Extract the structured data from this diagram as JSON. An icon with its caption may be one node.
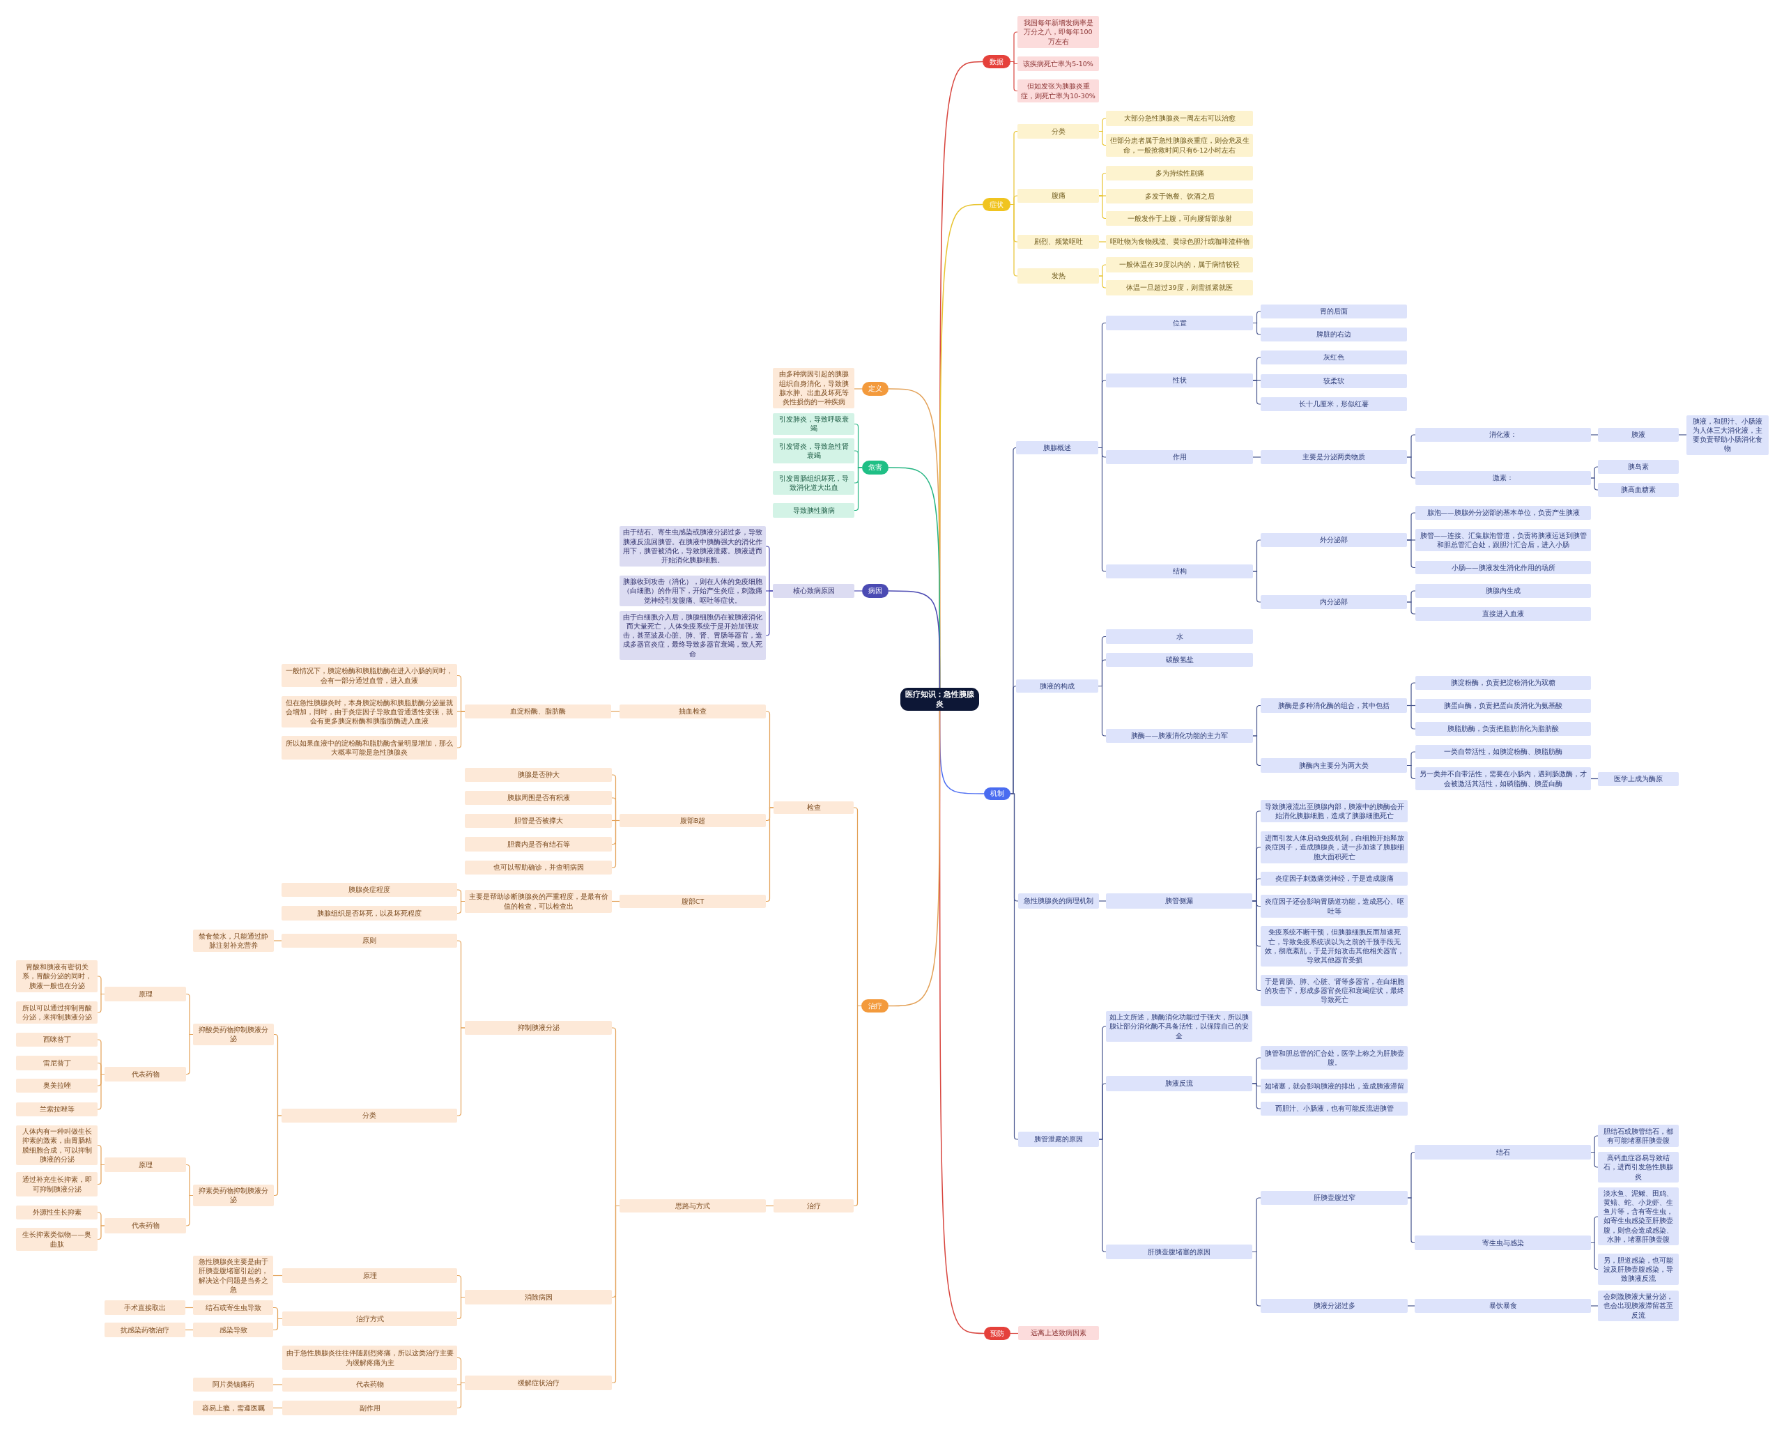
{
  "diagram": {
    "nodes": [
      {
        "text": [
          "医疗知识：急性胰腺炎"
        ]
      },
      {
        "text": [
          "数据"
        ]
      },
      {
        "text": [
          "我国每年新增发病率是万分之八，即每年100万左右"
        ]
      },
      {
        "text": [
          "该疾病死亡率为5-10%"
        ]
      },
      {
        "text": [
          "但如发张为胰腺炎重症，则死亡率为10-30%"
        ]
      },
      {
        "text": [
          "症状"
        ]
      },
      {
        "text": [
          "分类"
        ]
      },
      {
        "text": [
          "大部分急性胰腺炎一周左右可以治愈"
        ]
      },
      {
        "text": [
          "但部分患者属于急性胰腺炎重症，则会危及生命，一般抢救时间只有6-12小时左右"
        ]
      },
      {
        "text": [
          "腹痛"
        ]
      },
      {
        "text": [
          "多为持续性剧痛"
        ]
      },
      {
        "text": [
          "多发于饱餐、饮酒之后"
        ]
      },
      {
        "text": [
          "一般发作于上腹，可向腰背部放射"
        ]
      },
      {
        "text": [
          "剧烈、频繁呕吐"
        ]
      },
      {
        "text": [
          "呕吐物为食物残渣、黄绿色胆汁或咖啡渣样物"
        ]
      },
      {
        "text": [
          "发热"
        ]
      },
      {
        "text": [
          "一般体温在39度以内的，属于病情较轻"
        ]
      },
      {
        "text": [
          "体温一旦超过39度，则需抓紧就医"
        ]
      },
      {
        "text": [
          "机制"
        ]
      },
      {
        "text": [
          "胰腺概述"
        ]
      },
      {
        "text": [
          "位置"
        ]
      },
      {
        "text": [
          "胃的后面"
        ]
      },
      {
        "text": [
          "脾脏的右边"
        ]
      },
      {
        "text": [
          "性状"
        ]
      },
      {
        "text": [
          "灰红色"
        ]
      },
      {
        "text": [
          "较柔软"
        ]
      },
      {
        "text": [
          "长十几厘米，形似红薯"
        ]
      },
      {
        "text": [
          "作用"
        ]
      },
      {
        "text": [
          "主要是分泌两类物质"
        ]
      },
      {
        "text": [
          "消化液："
        ]
      },
      {
        "text": [
          "胰液"
        ]
      },
      {
        "text": [
          "胰液，和胆汁、小肠液为人体三大消化液，主要负责帮助小肠消化食物"
        ]
      },
      {
        "text": [
          "激素："
        ]
      },
      {
        "text": [
          "胰岛素"
        ]
      },
      {
        "text": [
          "胰高血糖素"
        ]
      },
      {
        "text": [
          "结构"
        ]
      },
      {
        "text": [
          "外分泌部"
        ]
      },
      {
        "text": [
          "腺泡——胰腺外分泌部的基本单位，负责产生胰液"
        ]
      },
      {
        "text": [
          "胰管——连接、汇集腺泡管道，负责将胰液运送到胰管和胆总管汇合处，跟胆汁汇合后，进入小肠"
        ]
      },
      {
        "text": [
          "小肠——胰液发生消化作用的场所"
        ]
      },
      {
        "text": [
          "内分泌部"
        ]
      },
      {
        "text": [
          "胰腺内生成"
        ]
      },
      {
        "text": [
          "直接进入血液"
        ]
      },
      {
        "text": [
          "胰液的构成"
        ]
      },
      {
        "text": [
          "水"
        ]
      },
      {
        "text": [
          "碳酸氢盐"
        ]
      },
      {
        "text": [
          "胰酶——胰液消化功能的主力军"
        ]
      },
      {
        "text": [
          "胰酶是多种消化酶的组合，其中包括"
        ]
      },
      {
        "text": [
          "胰淀粉酶，负责把淀粉消化为双糖"
        ]
      },
      {
        "text": [
          "胰蛋白酶，负责把蛋白质消化为氨基酸"
        ]
      },
      {
        "text": [
          "胰脂肪酶，负责把脂肪消化为脂肪酸"
        ]
      },
      {
        "text": [
          "胰酶内主要分为两大类"
        ]
      },
      {
        "text": [
          "一类自带活性，如胰淀粉酶、胰脂肪酶"
        ]
      },
      {
        "text": [
          "另一类并不自带活性，需要在小肠内，遇到肠激酶，才会被激活其活性，如磷脂酶、胰蛋白酶"
        ]
      },
      {
        "text": [
          "医学上成为酶原"
        ]
      },
      {
        "text": [
          "急性胰腺炎的病理机制"
        ]
      },
      {
        "text": [
          "胰管侧漏"
        ]
      },
      {
        "text": [
          "导致胰液流出至胰腺内部，胰液中的胰酶会开始消化胰腺细胞，造成了胰腺细胞死亡"
        ]
      },
      {
        "text": [
          "进而引发人体启动免疫机制，白细胞开始释放炎症因子，造成胰腺炎，进一步加速了胰腺细胞大面积死亡"
        ]
      },
      {
        "text": [
          "炎症因子刺激痛觉神经，于是造成腹痛"
        ]
      },
      {
        "text": [
          "炎症因子还会影响胃肠道功能，造成恶心、呕吐等"
        ]
      },
      {
        "text": [
          "免疫系统不断干预，但胰腺细胞反而加速死亡，导致免疫系统误以为之前的干预手段无效，彻底紊乱，于是开始攻击其他相关器官，导致其他器官受损"
        ]
      },
      {
        "text": [
          "于是胃肠、肺、心脏、肾等多器官，在白细胞的攻击下，形成多器官炎症和衰竭症状，最终导致死亡"
        ]
      },
      {
        "text": [
          "胰管泄露的原因"
        ]
      },
      {
        "text": [
          "如上文所述，胰酶消化功能过于强大，所以胰腺让部分消化酶不具备活性，以保障自己的安全"
        ]
      },
      {
        "text": [
          "胰液反流"
        ]
      },
      {
        "text": [
          "胰管和胆总管的汇合处，医学上称之为肝胰壶腹。"
        ]
      },
      {
        "text": [
          "如堵塞，就会影响胰液的排出，造成胰液滞留"
        ]
      },
      {
        "text": [
          "而胆汁、小肠液，也有可能反流进胰管"
        ]
      },
      {
        "text": [
          "肝胰壶腹堵塞的原因"
        ]
      },
      {
        "text": [
          "肝胰壶腹过窄"
        ]
      },
      {
        "text": [
          "结石"
        ]
      },
      {
        "text": [
          "胆结石或胰管结石，都有可能堵塞肝胰壶腹"
        ]
      },
      {
        "text": [
          "高钙血症容易导致结石，进而引发急性胰腺炎"
        ]
      },
      {
        "text": [
          "寄生虫与感染"
        ]
      },
      {
        "text": [
          "淡水鱼、泥鳅、田鸡、黄鳝、蛇、小龙虾、生鱼片等，含有寄生虫，如寄生虫感染至肝胰壶腹，则也会造成感染、水肿，堵塞肝胰壶腹"
        ]
      },
      {
        "text": [
          "另，胆道感染，也可能波及肝胰壶腹感染，导致胰液反流"
        ]
      },
      {
        "text": [
          "胰液分泌过多"
        ]
      },
      {
        "text": [
          "暴饮暴食"
        ]
      },
      {
        "text": [
          "会刺激胰液大量分泌，也会出现胰液滞留甚至反流"
        ]
      },
      {
        "text": [
          "预防"
        ]
      },
      {
        "text": [
          "远离上述致病因素"
        ]
      },
      {
        "text": [
          "定义"
        ]
      },
      {
        "text": [
          "由多种病因引起的胰腺组织自身消化，导致胰腺水肿、出血及坏死等炎性损伤的一种疾病"
        ]
      },
      {
        "text": [
          "危害"
        ]
      },
      {
        "text": [
          "引发肺炎，导致呼吸衰竭"
        ]
      },
      {
        "text": [
          "引发肾炎，导致急性肾衰竭"
        ]
      },
      {
        "text": [
          "引发胃肠组织坏死，导致消化道大出血"
        ]
      },
      {
        "text": [
          "导致胰性脑病"
        ]
      },
      {
        "text": [
          "病因"
        ]
      },
      {
        "text": [
          "核心致病原因"
        ]
      },
      {
        "text": [
          "由于结石、寄生虫感染或胰液分泌过多，导致胰液反流回胰管。在胰液中胰酶强大的消化作用下，胰管被消化，导致胰液泄露。胰液进而开始消化胰腺细胞。"
        ]
      },
      {
        "text": [
          "胰腺收到攻击（消化），则在人体的免疫细胞（白细胞）的作用下，开始产生炎症，刺激痛觉神经引发腹痛、呕吐等症状。"
        ]
      },
      {
        "text": [
          "由于白细胞介入后，胰腺细胞仍在被胰液消化而大量死亡，人体免疫系统于是开始加强攻击，甚至波及心脏、肺、肾、胃肠等器官，造成多器官炎症，最终导致多器官衰竭，致人死命"
        ]
      },
      {
        "text": [
          "治疗"
        ]
      },
      {
        "text": [
          "检查"
        ]
      },
      {
        "text": [
          "抽血检查"
        ]
      },
      {
        "text": [
          "血淀粉酶、脂肪酶"
        ]
      },
      {
        "text": [
          "一般情况下，胰淀粉酶和胰脂肪酶在进入小肠的同时，会有一部分通过血管，进入血液"
        ]
      },
      {
        "text": [
          "但在急性胰腺炎时，本身胰淀粉酶和胰脂肪酶分泌量就会增加，同时，由于炎症因子导致血管通透性变强，就会有更多胰淀粉酶和胰脂肪酶进入血液"
        ]
      },
      {
        "text": [
          "所以如果血液中的淀粉酶和脂肪酶含量明显增加，那么大概率可能是急性胰腺炎"
        ]
      },
      {
        "text": [
          "腹部B超"
        ]
      },
      {
        "text": [
          "胰腺是否肿大"
        ]
      },
      {
        "text": [
          "胰腺周围是否有积液"
        ]
      },
      {
        "text": [
          "胆管是否被撑大"
        ]
      },
      {
        "text": [
          "胆囊内是否有结石等"
        ]
      },
      {
        "text": [
          "也可以帮助确诊，并查明病因"
        ]
      },
      {
        "text": [
          "腹部CT"
        ]
      },
      {
        "text": [
          "主要是帮助诊断胰腺炎的严重程度，是最有价值的检查，可以检查出"
        ]
      },
      {
        "text": [
          "胰腺炎症程度"
        ]
      },
      {
        "text": [
          "胰腺组织是否坏死，以及坏死程度"
        ]
      },
      {
        "text": [
          "治疗"
        ]
      },
      {
        "text": [
          "思路与方式"
        ]
      },
      {
        "text": [
          "抑制胰液分泌"
        ]
      },
      {
        "text": [
          "原则"
        ]
      },
      {
        "text": [
          "禁食禁水，只能通过静脉注射补充营养"
        ]
      },
      {
        "text": [
          "分类"
        ]
      },
      {
        "text": [
          "抑酸类药物抑制胰液分泌"
        ]
      },
      {
        "text": [
          "原理"
        ]
      },
      {
        "text": [
          "胃酸和胰液有密切关系，胃酸分泌的同时，胰液一般也在分泌"
        ]
      },
      {
        "text": [
          "所以可以通过抑制胃酸分泌，来抑制胰液分泌"
        ]
      },
      {
        "text": [
          "代表药物"
        ]
      },
      {
        "text": [
          "西咪替丁"
        ]
      },
      {
        "text": [
          "雷尼替丁"
        ]
      },
      {
        "text": [
          "奥美拉唑"
        ]
      },
      {
        "text": [
          "兰索拉唑等"
        ]
      },
      {
        "text": [
          "抑素类药物抑制胰液分泌"
        ]
      },
      {
        "text": [
          "原理"
        ]
      },
      {
        "text": [
          "人体内有一种叫做生长抑素的激素，由胃肠粘膜细胞合成，可以抑制胰液的分泌"
        ]
      },
      {
        "text": [
          "通过补充生长抑素，即可抑制胰液分泌"
        ]
      },
      {
        "text": [
          "代表药物"
        ]
      },
      {
        "text": [
          "外源性生长抑素"
        ]
      },
      {
        "text": [
          "生长抑素类似物——奥曲肽"
        ]
      },
      {
        "text": [
          "消除病因"
        ]
      },
      {
        "text": [
          "原理"
        ]
      },
      {
        "text": [
          "急性胰腺炎主要是由于肝胰壶腹堵塞引起的，解决这个问题是当务之急"
        ]
      },
      {
        "text": [
          "治疗方式"
        ]
      },
      {
        "text": [
          "结石或寄生虫导致"
        ]
      },
      {
        "text": [
          "手术直接取出"
        ]
      },
      {
        "text": [
          "感染导致"
        ]
      },
      {
        "text": [
          "抗感染药物治疗"
        ]
      },
      {
        "text": [
          "缓解症状治疗"
        ]
      },
      {
        "text": [
          "由于急性胰腺炎往往伴随剧烈疼痛，所以这类治疗主要为缓解疼痛为主"
        ]
      },
      {
        "text": [
          "代表药物"
        ]
      },
      {
        "text": [
          "阿片类镇痛药"
        ]
      },
      {
        "text": [
          "副作用"
        ]
      },
      {
        "text": [
          "容易上瘾，需遵医嘱"
        ]
      }
    ],
    "edges": [
      {
        "from": 0,
        "to": 1,
        "arrow": "none",
        "color": "#d8453e"
      },
      {
        "from": 1,
        "to": 2,
        "arrow": "none",
        "color": "#d8453e"
      },
      {
        "from": 1,
        "to": 3,
        "arrow": "none",
        "color": "#d8453e"
      },
      {
        "from": 1,
        "to": 4,
        "arrow": "none",
        "color": "#d8453e"
      },
      {
        "from": 0,
        "to": 5,
        "arrow": "none",
        "color": "#e8c430"
      },
      {
        "from": 5,
        "to": 6,
        "arrow": "none",
        "color": "#e8c430"
      },
      {
        "from": 6,
        "to": 7,
        "arrow": "none",
        "color": "#e8c430"
      },
      {
        "from": 6,
        "to": 8,
        "arrow": "none",
        "color": "#e8c430"
      },
      {
        "from": 5,
        "to": 9,
        "arrow": "none",
        "color": "#e8c430"
      },
      {
        "from": 9,
        "to": 10,
        "arrow": "none",
        "color": "#e8c430"
      },
      {
        "from": 9,
        "to": 11,
        "arrow": "none",
        "color": "#e8c430"
      },
      {
        "from": 9,
        "to": 12,
        "arrow": "none",
        "color": "#e8c430"
      },
      {
        "from": 5,
        "to": 13,
        "arrow": "none",
        "color": "#e8c430"
      },
      {
        "from": 13,
        "to": 14,
        "arrow": "none",
        "color": "#e8c430"
      },
      {
        "from": 5,
        "to": 15,
        "arrow": "none",
        "color": "#e8c430"
      },
      {
        "from": 15,
        "to": 16,
        "arrow": "none",
        "color": "#e8c430"
      },
      {
        "from": 15,
        "to": 17,
        "arrow": "none",
        "color": "#e8c430"
      },
      {
        "from": 0,
        "to": 18,
        "arrow": "none",
        "color": "#4e6ef2"
      },
      {
        "from": 18,
        "to": 19,
        "arrow": "none"
      },
      {
        "from": 19,
        "to": 20,
        "arrow": "none"
      },
      {
        "from": 20,
        "to": 21,
        "arrow": "none"
      },
      {
        "from": 20,
        "to": 22,
        "arrow": "none"
      },
      {
        "from": 19,
        "to": 23,
        "arrow": "none"
      },
      {
        "from": 23,
        "to": 24,
        "arrow": "none"
      },
      {
        "from": 23,
        "to": 25,
        "arrow": "none"
      },
      {
        "from": 23,
        "to": 26,
        "arrow": "none"
      },
      {
        "from": 19,
        "to": 27,
        "arrow": "none"
      },
      {
        "from": 27,
        "to": 28,
        "arrow": "none"
      },
      {
        "from": 28,
        "to": 29,
        "arrow": "none"
      },
      {
        "from": 29,
        "to": 30,
        "arrow": "none"
      },
      {
        "from": 30,
        "to": 31,
        "arrow": "none"
      },
      {
        "from": 28,
        "to": 32,
        "arrow": "none"
      },
      {
        "from": 32,
        "to": 33,
        "arrow": "none"
      },
      {
        "from": 32,
        "to": 34,
        "arrow": "none"
      },
      {
        "from": 19,
        "to": 35,
        "arrow": "none"
      },
      {
        "from": 35,
        "to": 36,
        "arrow": "none"
      },
      {
        "from": 36,
        "to": 37,
        "arrow": "none"
      },
      {
        "from": 36,
        "to": 38,
        "arrow": "none"
      },
      {
        "from": 36,
        "to": 39,
        "arrow": "none"
      },
      {
        "from": 35,
        "to": 40,
        "arrow": "none"
      },
      {
        "from": 40,
        "to": 41,
        "arrow": "none"
      },
      {
        "from": 40,
        "to": 42,
        "arrow": "none"
      },
      {
        "from": 18,
        "to": 43,
        "arrow": "none"
      },
      {
        "from": 43,
        "to": 44,
        "arrow": "none"
      },
      {
        "from": 43,
        "to": 45,
        "arrow": "none"
      },
      {
        "from": 43,
        "to": 46,
        "arrow": "none"
      },
      {
        "from": 46,
        "to": 47,
        "arrow": "none"
      },
      {
        "from": 47,
        "to": 48,
        "arrow": "none"
      },
      {
        "from": 47,
        "to": 49,
        "arrow": "none"
      },
      {
        "from": 47,
        "to": 50,
        "arrow": "none"
      },
      {
        "from": 46,
        "to": 51,
        "arrow": "none"
      },
      {
        "from": 51,
        "to": 52,
        "arrow": "none"
      },
      {
        "from": 51,
        "to": 53,
        "arrow": "none"
      },
      {
        "from": 53,
        "to": 54,
        "arrow": "none"
      },
      {
        "from": 18,
        "to": 55,
        "arrow": "none"
      },
      {
        "from": 55,
        "to": 56,
        "arrow": "none"
      },
      {
        "from": 56,
        "to": 57,
        "arrow": "none"
      },
      {
        "from": 56,
        "to": 58,
        "arrow": "none"
      },
      {
        "from": 56,
        "to": 59,
        "arrow": "none"
      },
      {
        "from": 56,
        "to": 60,
        "arrow": "none"
      },
      {
        "from": 56,
        "to": 61,
        "arrow": "none"
      },
      {
        "from": 56,
        "to": 62,
        "arrow": "none"
      },
      {
        "from": 18,
        "to": 63,
        "arrow": "none"
      },
      {
        "from": 63,
        "to": 64,
        "arrow": "none"
      },
      {
        "from": 63,
        "to": 65,
        "arrow": "none"
      },
      {
        "from": 65,
        "to": 66,
        "arrow": "none"
      },
      {
        "from": 65,
        "to": 67,
        "arrow": "none"
      },
      {
        "from": 65,
        "to": 68,
        "arrow": "none"
      },
      {
        "from": 63,
        "to": 69,
        "arrow": "none"
      },
      {
        "from": 69,
        "to": 70,
        "arrow": "none"
      },
      {
        "from": 70,
        "to": 71,
        "arrow": "none"
      },
      {
        "from": 71,
        "to": 72,
        "arrow": "none"
      },
      {
        "from": 71,
        "to": 73,
        "arrow": "none"
      },
      {
        "from": 70,
        "to": 74,
        "arrow": "none"
      },
      {
        "from": 74,
        "to": 75,
        "arrow": "none"
      },
      {
        "from": 74,
        "to": 76,
        "arrow": "none"
      },
      {
        "from": 69,
        "to": 77,
        "arrow": "none"
      },
      {
        "from": 77,
        "to": 78,
        "arrow": "none"
      },
      {
        "from": 78,
        "to": 79,
        "arrow": "none"
      },
      {
        "from": 0,
        "to": 80,
        "arrow": "none",
        "color": "#d8453e"
      },
      {
        "from": 80,
        "to": 81,
        "arrow": "none",
        "color": "#d8453e"
      },
      {
        "from": 0,
        "to": 82,
        "arrow": "none",
        "color": "#e3a157"
      },
      {
        "from": 82,
        "to": 83,
        "arrow": "none",
        "color": "#e3a157"
      },
      {
        "from": 0,
        "to": 84,
        "arrow": "none",
        "color": "#25b582"
      },
      {
        "from": 84,
        "to": 85,
        "arrow": "none",
        "color": "#25b582"
      },
      {
        "from": 84,
        "to": 86,
        "arrow": "none",
        "color": "#25b582"
      },
      {
        "from": 84,
        "to": 87,
        "arrow": "none",
        "color": "#25b582"
      },
      {
        "from": 84,
        "to": 88,
        "arrow": "none",
        "color": "#25b582"
      },
      {
        "from": 0,
        "to": 89,
        "arrow": "none",
        "color": "#4b49b2"
      },
      {
        "from": 89,
        "to": 90,
        "arrow": "none",
        "color": "#4b49b2"
      },
      {
        "from": 90,
        "to": 91,
        "arrow": "none",
        "color": "#4b49b2"
      },
      {
        "from": 90,
        "to": 92,
        "arrow": "none",
        "color": "#4b49b2"
      },
      {
        "from": 90,
        "to": 93,
        "arrow": "none",
        "color": "#4b49b2"
      },
      {
        "from": 0,
        "to": 94,
        "arrow": "none",
        "color": "#e3a157"
      },
      {
        "from": 94,
        "to": 95,
        "arrow": "none",
        "color": "#e3a157"
      },
      {
        "from": 95,
        "to": 96,
        "arrow": "none",
        "color": "#e3a157"
      },
      {
        "from": 96,
        "to": 97,
        "arrow": "none",
        "color": "#e3a157"
      },
      {
        "from": 97,
        "to": 98,
        "arrow": "none",
        "color": "#e3a157"
      },
      {
        "from": 97,
        "to": 99,
        "arrow": "none",
        "color": "#e3a157"
      },
      {
        "from": 97,
        "to": 100,
        "arrow": "none",
        "color": "#e3a157"
      },
      {
        "from": 95,
        "to": 101,
        "arrow": "none",
        "color": "#e3a157"
      },
      {
        "from": 101,
        "to": 102,
        "arrow": "none",
        "color": "#e3a157"
      },
      {
        "from": 101,
        "to": 103,
        "arrow": "none",
        "color": "#e3a157"
      },
      {
        "from": 101,
        "to": 104,
        "arrow": "none",
        "color": "#e3a157"
      },
      {
        "from": 101,
        "to": 105,
        "arrow": "none",
        "color": "#e3a157"
      },
      {
        "from": 101,
        "to": 106,
        "arrow": "none",
        "color": "#e3a157"
      },
      {
        "from": 95,
        "to": 107,
        "arrow": "none",
        "color": "#e3a157"
      },
      {
        "from": 107,
        "to": 108,
        "arrow": "none",
        "color": "#e3a157"
      },
      {
        "from": 108,
        "to": 109,
        "arrow": "none",
        "color": "#e3a157"
      },
      {
        "from": 108,
        "to": 110,
        "arrow": "none",
        "color": "#e3a157"
      },
      {
        "from": 94,
        "to": 111,
        "arrow": "none",
        "color": "#e3a157"
      },
      {
        "from": 111,
        "to": 112,
        "arrow": "none",
        "color": "#e3a157"
      },
      {
        "from": 112,
        "to": 113,
        "arrow": "none",
        "color": "#e3a157"
      },
      {
        "from": 113,
        "to": 114,
        "arrow": "none",
        "color": "#e3a157"
      },
      {
        "from": 114,
        "to": 115,
        "arrow": "none",
        "color": "#e3a157"
      },
      {
        "from": 113,
        "to": 116,
        "arrow": "none",
        "color": "#e3a157"
      },
      {
        "from": 116,
        "to": 117,
        "arrow": "none",
        "color": "#e3a157"
      },
      {
        "from": 117,
        "to": 118,
        "arrow": "none",
        "color": "#e3a157"
      },
      {
        "from": 118,
        "to": 119,
        "arrow": "none",
        "color": "#e3a157"
      },
      {
        "from": 118,
        "to": 120,
        "arrow": "none",
        "color": "#e3a157"
      },
      {
        "from": 117,
        "to": 121,
        "arrow": "none",
        "color": "#e3a157"
      },
      {
        "from": 121,
        "to": 122,
        "arrow": "none",
        "color": "#e3a157"
      },
      {
        "from": 121,
        "to": 123,
        "arrow": "none",
        "color": "#e3a157"
      },
      {
        "from": 121,
        "to": 124,
        "arrow": "none",
        "color": "#e3a157"
      },
      {
        "from": 121,
        "to": 125,
        "arrow": "none",
        "color": "#e3a157"
      },
      {
        "from": 116,
        "to": 126,
        "arrow": "none",
        "color": "#e3a157"
      },
      {
        "from": 126,
        "to": 127,
        "arrow": "none",
        "color": "#e3a157"
      },
      {
        "from": 127,
        "to": 128,
        "arrow": "none",
        "color": "#e3a157"
      },
      {
        "from": 127,
        "to": 129,
        "arrow": "none",
        "color": "#e3a157"
      },
      {
        "from": 126,
        "to": 130,
        "arrow": "none",
        "color": "#e3a157"
      },
      {
        "from": 130,
        "to": 131,
        "arrow": "none",
        "color": "#e3a157"
      },
      {
        "from": 130,
        "to": 132,
        "arrow": "none",
        "color": "#e3a157"
      },
      {
        "from": 112,
        "to": 133,
        "arrow": "none",
        "color": "#e3a157"
      },
      {
        "from": 133,
        "to": 134,
        "arrow": "none",
        "color": "#e3a157"
      },
      {
        "from": 134,
        "to": 135,
        "arrow": "none",
        "color": "#e3a157"
      },
      {
        "from": 133,
        "to": 136,
        "arrow": "none",
        "color": "#e3a157"
      },
      {
        "from": 136,
        "to": 137,
        "arrow": "none",
        "color": "#e3a157"
      },
      {
        "from": 137,
        "to": 138,
        "arrow": "none",
        "color": "#e3a157"
      },
      {
        "from": 136,
        "to": 139,
        "arrow": "none",
        "color": "#e3a157"
      },
      {
        "from": 139,
        "to": 140,
        "arrow": "none",
        "color": "#e3a157"
      },
      {
        "from": 112,
        "to": 141,
        "arrow": "none",
        "color": "#e3a157"
      },
      {
        "from": 141,
        "to": 142,
        "arrow": "none",
        "color": "#e3a157"
      },
      {
        "from": 141,
        "to": 143,
        "arrow": "none",
        "color": "#e3a157"
      },
      {
        "from": 143,
        "to": 144,
        "arrow": "none",
        "color": "#e3a157"
      },
      {
        "from": 141,
        "to": 145,
        "arrow": "none",
        "color": "#e3a157"
      },
      {
        "from": 145,
        "to": 146,
        "arrow": "none",
        "color": "#e3a157"
      }
    ]
  }
}
